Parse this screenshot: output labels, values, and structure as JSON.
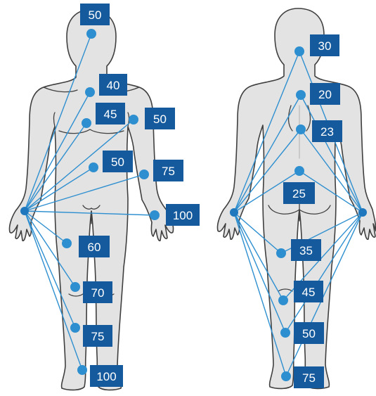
{
  "colors": {
    "line": "#2e8fd0",
    "point": "#2e8fd0",
    "label_bg": "#155a9c",
    "label_text": "#ffffff",
    "body_fill": "#e3e3e3",
    "outline": "#3f3f3f"
  },
  "front_view": {
    "values": [
      "50",
      "40",
      "45",
      "50",
      "50",
      "75",
      "100",
      "60",
      "70",
      "75",
      "100"
    ]
  },
  "back_view": {
    "values": [
      "30",
      "20",
      "23",
      "25",
      "35",
      "45",
      "50",
      "75"
    ]
  }
}
